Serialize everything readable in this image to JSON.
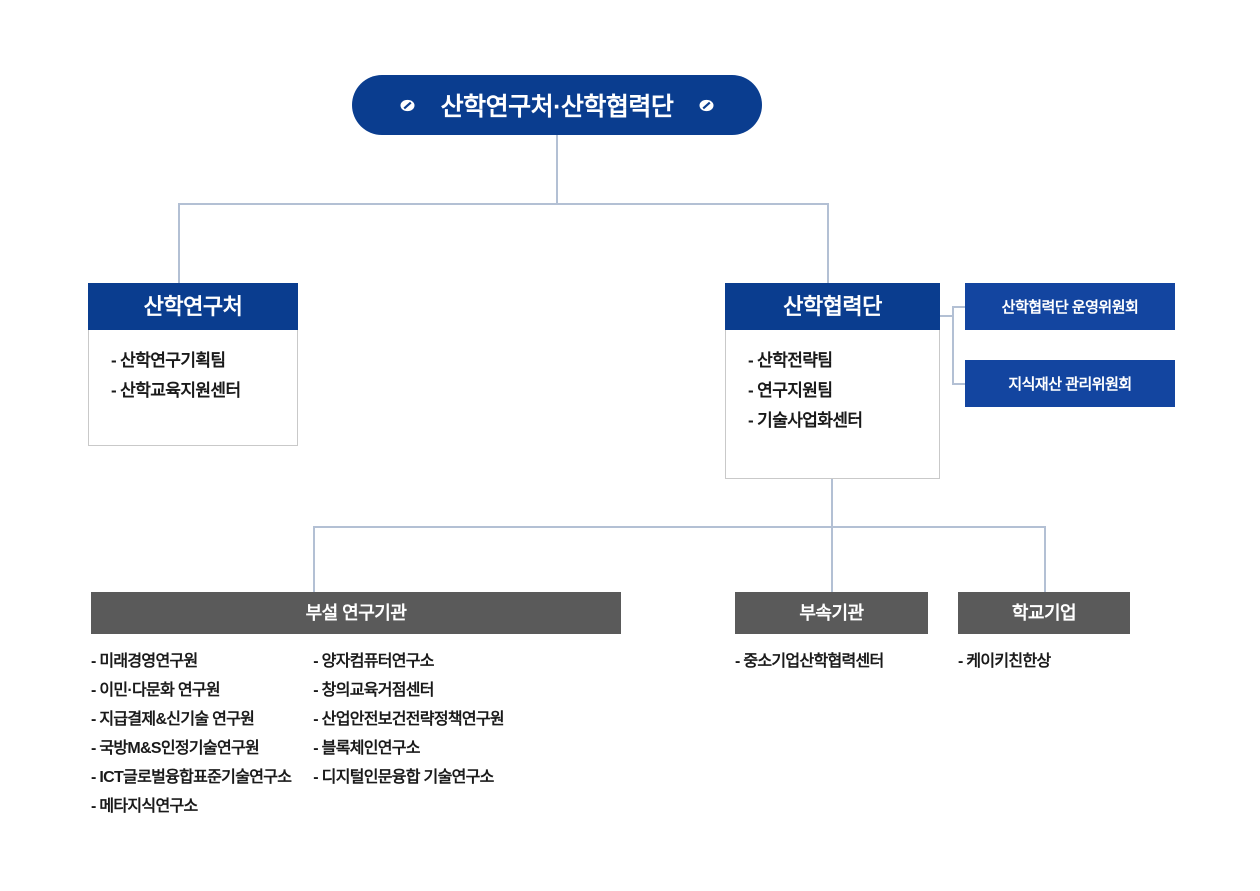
{
  "root": {
    "title": "산학연구처·산학협력단",
    "icon_left": "slash-circle-icon",
    "icon_right": "slash-circle-icon"
  },
  "departments": [
    {
      "id": "sanhak-research-office",
      "title": "산학연구처",
      "items": [
        "- 산학연구기획팀",
        "- 산학교육지원센터"
      ]
    },
    {
      "id": "industry-academic-cooperation-foundation",
      "title": "산학협력단",
      "items": [
        "- 산학전략팀",
        "- 연구지원팀",
        "- 기술사업화센터"
      ]
    }
  ],
  "committees": [
    {
      "id": "operating-committee",
      "label": "산학협력단 운영위원회"
    },
    {
      "id": "ip-management-committee",
      "label": "지식재산 관리위원회"
    }
  ],
  "groups": [
    {
      "id": "affiliated-research-institutes",
      "title": "부설 연구기관",
      "columns": [
        [
          "- 미래경영연구원",
          "- 이민·다문화 연구원",
          "- 지급결제&신기술 연구원",
          "- 국방M&S인정기술연구원",
          "- ICT글로벌융합표준기술연구소",
          "- 메타지식연구소"
        ],
        [
          "- 양자컴퓨터연구소",
          "- 창의교육거점센터",
          "- 산업안전보건전략정책연구원",
          "- 블록체인연구소",
          "- 디지털인문융합 기술연구소"
        ]
      ]
    },
    {
      "id": "attached-institutions",
      "title": "부속기관",
      "columns": [
        [
          "- 중소기업산학협력센터"
        ]
      ]
    },
    {
      "id": "school-enterprise",
      "title": "학교기업",
      "columns": [
        [
          "- 케이키친한상"
        ]
      ]
    }
  ],
  "colors": {
    "primary_blue": "#0a3d8f",
    "committee_blue": "#1345a0",
    "group_gray": "#5a5a5a",
    "connector": "#b3c0d4",
    "text_dark": "#1a1a1a",
    "background": "#ffffff"
  }
}
